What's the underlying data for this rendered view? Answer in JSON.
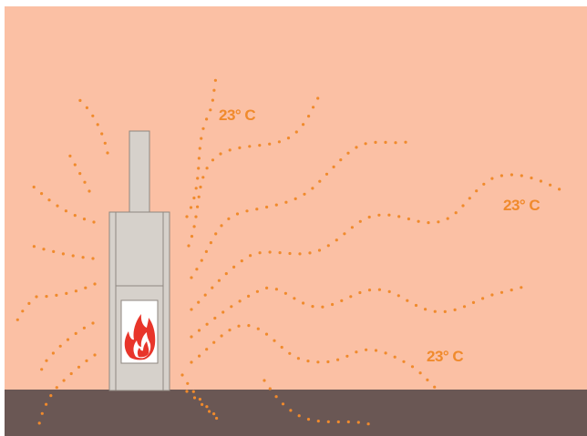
{
  "colors": {
    "wall": "#fbc0a4",
    "floor": "#6a5754",
    "heat_dots": "#f08a2c",
    "label": "#f08a2c",
    "stove_body": "#d6d1cb",
    "stove_outline": "#8f8780",
    "flame_outer": "#e8352a",
    "flame_inner": "#ffffff"
  },
  "labels": {
    "temp_top": "23° C",
    "temp_right": "23° C",
    "temp_bottom": "23° C"
  },
  "icons": {
    "heater": "wood-stove-icon",
    "fire": "flame-icon"
  }
}
